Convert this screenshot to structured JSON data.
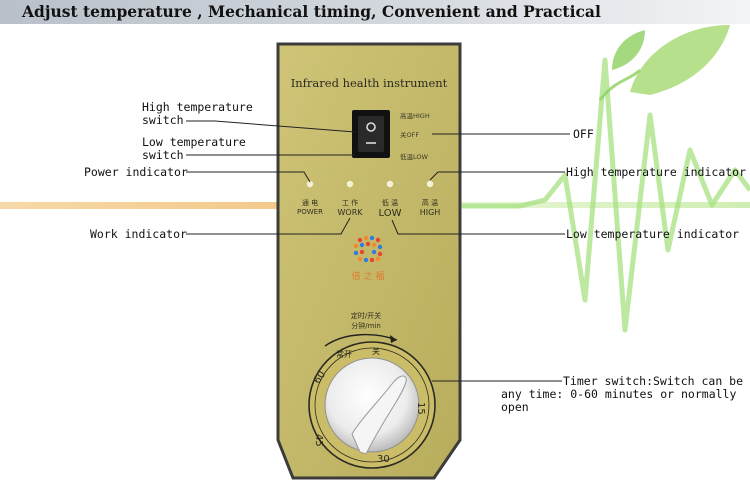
{
  "page": {
    "title": "Adjust temperature , Mechanical timing, Convenient and Practical"
  },
  "device": {
    "name": "Infrared health instrument",
    "switch_labels": {
      "high": "高温HIGH",
      "off": "关OFF",
      "low": "低温LOW"
    },
    "indicators": [
      {
        "cn": "通 电",
        "en": "POWER"
      },
      {
        "cn": "工 作",
        "en": "WORK"
      },
      {
        "cn": "低 温",
        "en": "LOW"
      },
      {
        "cn": "高 温",
        "en": "HIGH"
      }
    ],
    "logo_text": "倍 之 福",
    "timer": {
      "caption_cn": "定时/开关",
      "caption_unit": "分钟/min",
      "marks": {
        "on": "常开",
        "off": "关",
        "m15": "15",
        "m30": "30",
        "m45": "45",
        "m60": "60"
      }
    }
  },
  "callouts": {
    "high_switch": "High temperature\nswitch",
    "low_switch": "Low temperature\nswitch",
    "power": "Power indicator",
    "work": "Work indicator",
    "off": "OFF",
    "high_indicator": "High temperature indicator",
    "low_indicator": "Low temperature indicator",
    "timer_switch": "Timer switch:Switch can be any time: 0-60 minutes or normally open"
  },
  "colors": {
    "panel": "#c8bd6a",
    "panel_edge": "#3c3c3c",
    "leaf_green": "#9fd36a",
    "ecg_green": "#7ed957",
    "stripe_orange": "#f2c27a"
  }
}
